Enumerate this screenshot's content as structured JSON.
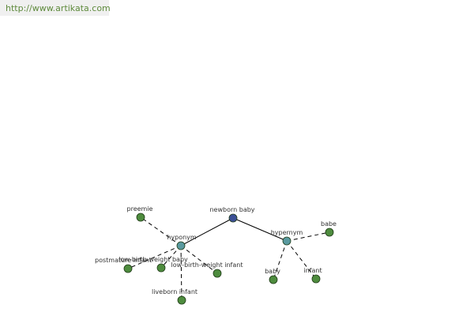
{
  "url_bar": {
    "text": "http://www.artikata.com"
  },
  "colors": {
    "root": "#3c5096",
    "relation": "#5a9aa0",
    "leaf": "#4e8c3e",
    "edge": "#000000",
    "url_text": "#5e8a3c"
  },
  "graph": {
    "nodes": [
      {
        "id": "root",
        "label": "newborn baby",
        "kind": "root"
      },
      {
        "id": "hyponym",
        "label": "hyponym",
        "kind": "relation"
      },
      {
        "id": "hypernym",
        "label": "hypernym",
        "kind": "relation"
      },
      {
        "id": "preemie",
        "label": "preemie",
        "kind": "leaf"
      },
      {
        "id": "postmature",
        "label": "postmature infant",
        "kind": "leaf"
      },
      {
        "id": "lbw-baby",
        "label": "low-birth-weight baby",
        "kind": "leaf"
      },
      {
        "id": "lbw-infant",
        "label": "low-birth-weight infant",
        "kind": "leaf"
      },
      {
        "id": "liveborn",
        "label": "liveborn infant",
        "kind": "leaf"
      },
      {
        "id": "babe",
        "label": "babe",
        "kind": "leaf"
      },
      {
        "id": "baby",
        "label": "baby",
        "kind": "leaf"
      },
      {
        "id": "infant",
        "label": "infant",
        "kind": "leaf"
      }
    ],
    "edges": [
      {
        "from": "root",
        "to": "hyponym",
        "style": "solid"
      },
      {
        "from": "root",
        "to": "hypernym",
        "style": "solid"
      },
      {
        "from": "hyponym",
        "to": "preemie",
        "style": "dashed"
      },
      {
        "from": "hyponym",
        "to": "postmature",
        "style": "dashed"
      },
      {
        "from": "hyponym",
        "to": "lbw-baby",
        "style": "dashed"
      },
      {
        "from": "hyponym",
        "to": "lbw-infant",
        "style": "dashed"
      },
      {
        "from": "hyponym",
        "to": "liveborn",
        "style": "dashed"
      },
      {
        "from": "hypernym",
        "to": "babe",
        "style": "dashed"
      },
      {
        "from": "hypernym",
        "to": "baby",
        "style": "dashed"
      },
      {
        "from": "hypernym",
        "to": "infant",
        "style": "dashed"
      }
    ]
  }
}
